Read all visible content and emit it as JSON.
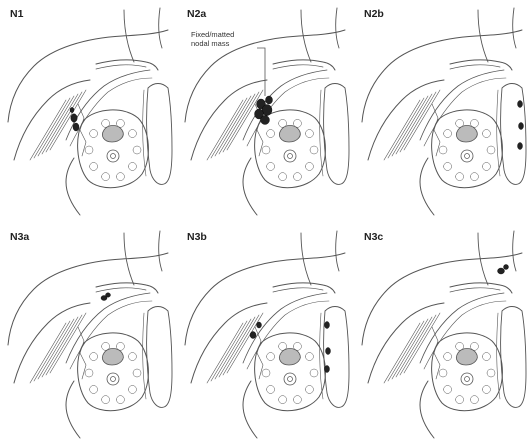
{
  "panels": [
    {
      "label": "N1",
      "nodes": "axillary-low"
    },
    {
      "label": "N2a",
      "nodes": "axillary-matted",
      "annotation": [
        "Fixed/matted",
        "nodal mass"
      ]
    },
    {
      "label": "N2b",
      "nodes": "internal-mammary"
    },
    {
      "label": "N3a",
      "nodes": "infraclavicular"
    },
    {
      "label": "N3b",
      "nodes": "axillary-and-internal-mammary"
    },
    {
      "label": "N3c",
      "nodes": "supraclavicular"
    }
  ],
  "colors": {
    "line": "#555555",
    "node": "#222222",
    "background": "#ffffff"
  }
}
